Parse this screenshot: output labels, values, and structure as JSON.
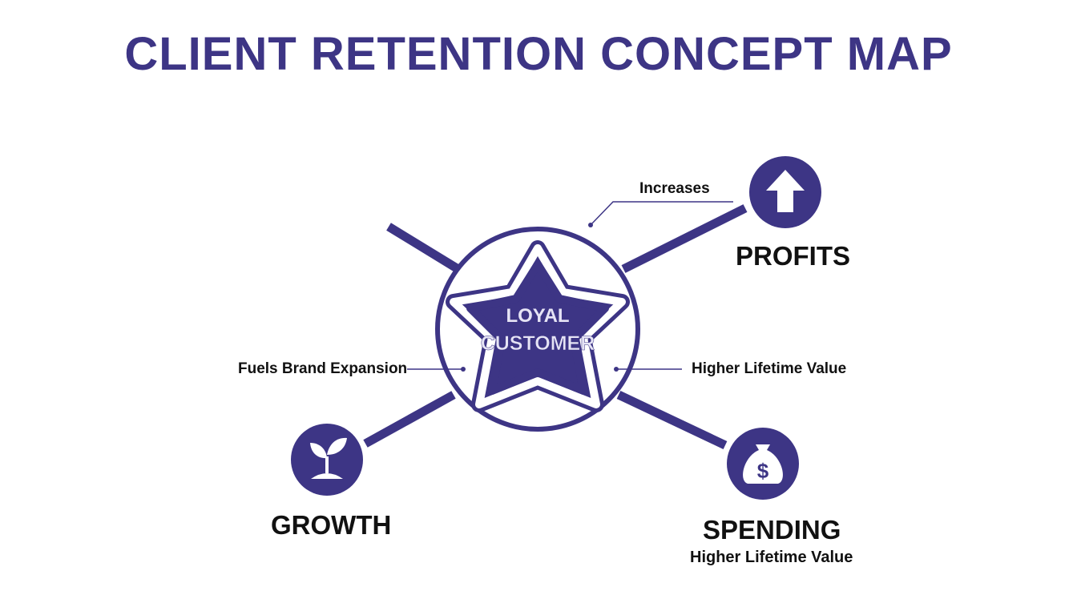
{
  "title": "CLIENT RETENTION CONCEPT MAP",
  "colors": {
    "primary": "#3d3585",
    "text": "#111111",
    "background": "#ffffff"
  },
  "center": {
    "line1": "LOYAL",
    "line2": "CUSTOMER",
    "icon": "star-icon"
  },
  "nodes": {
    "profits": {
      "label": "PROFITS",
      "icon": "arrow-up-icon"
    },
    "growth": {
      "label": "GROWTH",
      "icon": "sprout-icon"
    },
    "spending": {
      "label": "SPENDING",
      "sublabel": "Higher Lifetime Value",
      "icon": "money-bag-icon",
      "icon_glyph": "$"
    }
  },
  "edge_labels": {
    "increases": "Increases",
    "fuels": "Fuels Brand Expansion",
    "higher_value": "Higher Lifetime Value"
  }
}
